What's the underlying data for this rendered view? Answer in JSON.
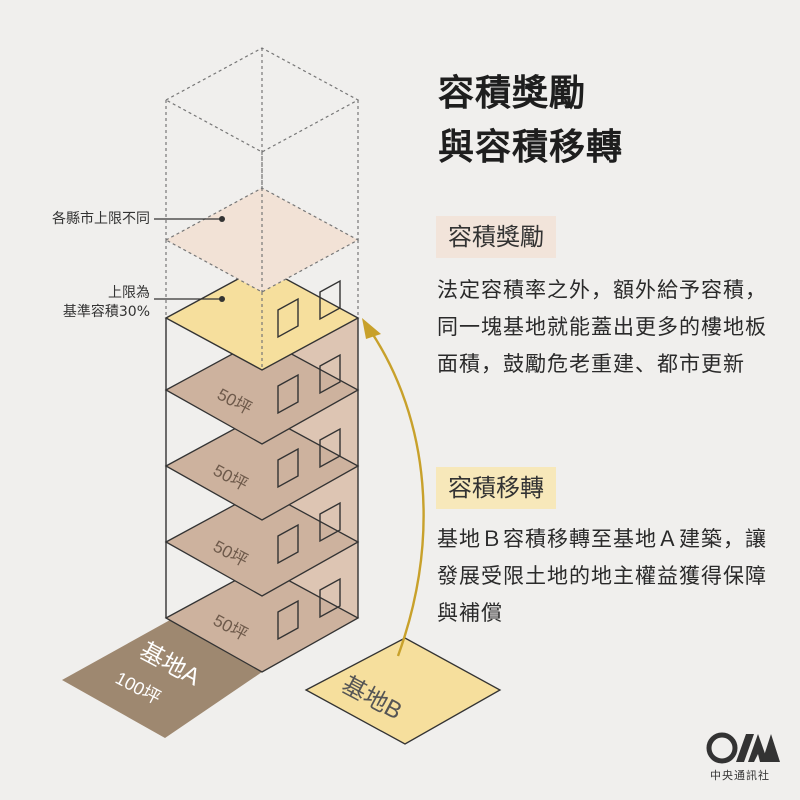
{
  "title": {
    "line1": "容積獎勵",
    "line2": "與容積移轉"
  },
  "sections": [
    {
      "heading": "容積獎勵",
      "body": "法定容積率之外，額外給予容積，同一塊基地就能蓋出更多的樓地板面積，鼓勵危老重建、都市更新"
    },
    {
      "heading": "容積移轉",
      "body": "基地Ｂ容積移轉至基地Ａ建築，讓發展受限土地的地主權益獲得保障與補償"
    }
  ],
  "callouts": {
    "county_limit": "各縣市上限不同",
    "bonus_limit_line1": "上限為",
    "bonus_limit_line2": "基準容積30%"
  },
  "floors": [
    "50坪",
    "50坪",
    "50坪",
    "50坪"
  ],
  "base_a": {
    "name": "基地A",
    "area": "100坪"
  },
  "base_b": {
    "name": "基地B"
  },
  "logo": {
    "caption": "中央通訊社"
  },
  "colors": {
    "background": "#f0efed",
    "floor_fill": "#cdb29e",
    "bonus_fill": "#f6df9d",
    "county_fill": "#f2e2d6",
    "base_a_fill": "#9e8870",
    "base_b_fill": "#f6df9d",
    "wall_fill": "#ddc5b3",
    "label_award_bg": "#f2e4da",
    "label_transfer_bg": "#f7e8ba",
    "arrow": "#c8a12b"
  }
}
